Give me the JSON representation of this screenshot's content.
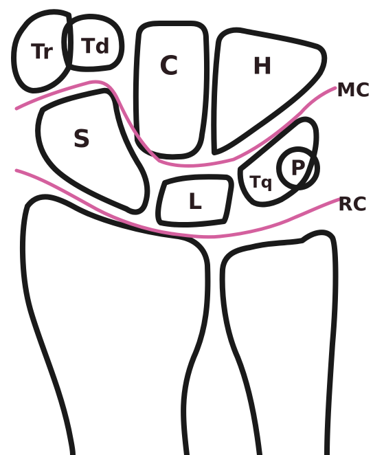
{
  "colors": {
    "outline": "#1a1a1a",
    "joint_line": "#d4609e",
    "label": "#2a1c1f",
    "background": "#ffffff"
  },
  "bones": {
    "trapezium": "Tr",
    "trapezoid": "Td",
    "capitate": "C",
    "hamate": "H",
    "scaphoid": "S",
    "lunate": "L",
    "triquetrum": "Tq",
    "pisiform": "P"
  },
  "joints": {
    "midcarpal": "MC",
    "radiocarpal": "RC"
  }
}
